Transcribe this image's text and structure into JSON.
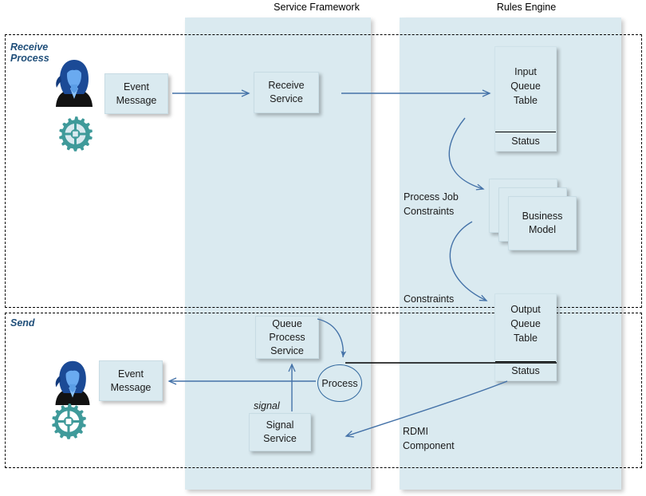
{
  "diagram": {
    "title": "Service Framework and Rules Engine event processing diagram",
    "colors": {
      "column_fill": "#daeaf0",
      "box_fill": "#daeaf0",
      "arrow_blue": "#4472a8",
      "lane_label_blue": "#1f4e79",
      "gear_teal": "#3f9a9a",
      "person_blue": "#1f4e96",
      "status_rule_black": "#000000"
    },
    "columns": [
      {
        "id": "service-framework",
        "label": "Service Framework"
      },
      {
        "id": "rules-engine",
        "label": "Rules Engine"
      }
    ],
    "lanes": [
      {
        "id": "receive-process",
        "label": "Receive\nProcess"
      },
      {
        "id": "send",
        "label": "Send"
      }
    ],
    "nodes": {
      "event_message_top": "Event\nMessage",
      "receive_service": "Receive\nService",
      "input_queue_table": "Input\nQueue\nTable",
      "input_queue_status": "Status",
      "business_model": "Business\nModel",
      "output_queue_table": "Output\nQueue\nTable",
      "output_queue_status": "Status",
      "queue_process_service": "Queue\nProcess\nService",
      "process_circle": "Process",
      "signal_service": "Signal\nService",
      "event_message_bottom": "Event\nMessage"
    },
    "annotations": {
      "process_job_constraints": "Process Job\nConstraints",
      "constraints": "Constraints",
      "signal": "signal",
      "rdmi_component": "RDMI\nComponent"
    },
    "icons": {
      "person_top": "person-icon",
      "gear_top": "gear-icon",
      "person_bottom": "person-icon",
      "gear_bottom": "gear-icon"
    }
  }
}
